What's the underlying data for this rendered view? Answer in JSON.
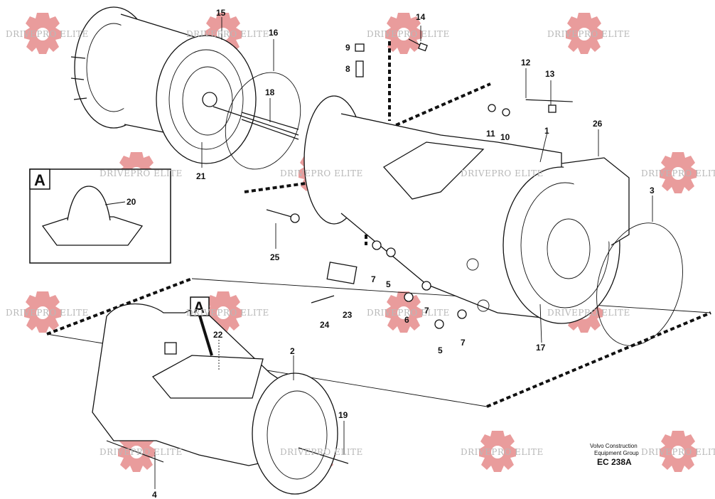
{
  "watermark": {
    "text": "DRIVEPRO ELITE",
    "gear_color": "#e58b8b"
  },
  "inset": {
    "letter": "A",
    "callout": "20"
  },
  "section_marker": {
    "letter": "A"
  },
  "callouts": {
    "c1": "1",
    "c2": "2",
    "c3": "3",
    "c4": "4",
    "c5a": "5",
    "c5b": "5",
    "c6": "6",
    "c7a": "7",
    "c7b": "7",
    "c7c": "7",
    "c8": "8",
    "c9": "9",
    "c10": "10",
    "c11": "11",
    "c12": "12",
    "c13": "13",
    "c14": "14",
    "c15": "15",
    "c16": "16",
    "c17": "17",
    "c18": "18",
    "c19": "19",
    "c21": "21",
    "c22": "22",
    "c23": "23",
    "c24": "24",
    "c25": "25",
    "c26": "26"
  },
  "credit": {
    "line1": "Volvo Construction",
    "line2": "Equipment Group",
    "code": "EC 238A"
  }
}
